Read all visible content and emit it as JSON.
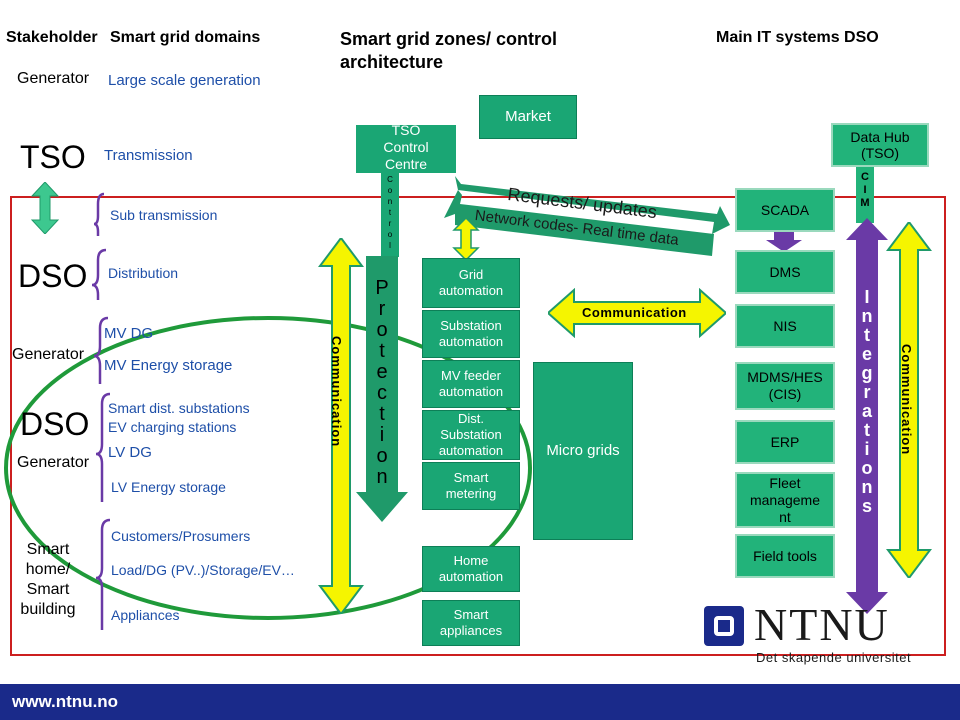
{
  "headers": {
    "stakeholder": "Stakeholder",
    "domains": "Smart grid domains",
    "zones_line1": "Smart grid zones/ control",
    "zones_line2": "architecture",
    "it_systems": "Main IT systems DSO"
  },
  "stakeholders": {
    "generator_top": "Generator",
    "tso": "TSO",
    "dso_1": "DSO",
    "generator_mid": "Generator",
    "dso_2": "DSO",
    "generator_low": "Generator",
    "smart_home_1": "Smart",
    "smart_home_2": "home/",
    "smart_home_3": "Smart",
    "smart_home_4": "building"
  },
  "domains": {
    "large_scale": "Large scale generation",
    "transmission": "Transmission",
    "sub_transmission": "Sub transmission",
    "distribution": "Distribution",
    "mv_dg": "MV DG",
    "mv_storage": "MV Energy storage",
    "smart_dist": "Smart dist. substations",
    "ev_charging": "EV charging stations",
    "lv_dg": "LV DG",
    "lv_storage": "LV Energy storage",
    "customers": "Customers/Prosumers",
    "load_dg": "Load/DG (PV..)/Storage/EV…",
    "appliances": "Appliances"
  },
  "zones": {
    "tso_cc_1": "TSO",
    "tso_cc_2": "Control",
    "tso_cc_3": "Centre",
    "market": "Market",
    "requests": "Requests/ updates",
    "network_codes": "Network codes- Real time data",
    "communication_left": "Communication",
    "control_letters": [
      "C",
      "o",
      "n",
      "t",
      "r",
      "o",
      "l"
    ],
    "protection_letters": [
      "P",
      "r",
      "o",
      "t",
      "e",
      "c",
      "t",
      "i",
      "o",
      "n"
    ],
    "grid_automation_1": "Grid",
    "grid_automation_2": "automation",
    "substation_automation_1": "Substation",
    "substation_automation_2": "automation",
    "mv_feeder_1": "MV  feeder",
    "mv_feeder_2": "automation",
    "dist_sub_1": "Dist.",
    "dist_sub_2": "Substation",
    "dist_sub_3": "automation",
    "smart_metering_1": "Smart",
    "smart_metering_2": "metering",
    "home_automation_1": "Home",
    "home_automation_2": "automation",
    "smart_appliances_1": "Smart",
    "smart_appliances_2": "appliances",
    "communication_mid": "Communication",
    "micro_grids": "Micro grids"
  },
  "it_systems": {
    "data_hub_1": "Data Hub",
    "data_hub_2": "(TSO)",
    "cim_letters": [
      "C",
      "I",
      "M"
    ],
    "scada": "SCADA",
    "dms": "DMS",
    "nis": "NIS",
    "mdms_1": "MDMS/HES",
    "mdms_2": "(CIS)",
    "erp": "ERP",
    "fleet_1": "Fleet",
    "fleet_2": "manageme",
    "fleet_3": "nt",
    "field_tools": "Field tools",
    "integrations_letters": [
      "I",
      "n",
      "t",
      "e",
      "g",
      "r",
      "a",
      "t",
      "i",
      "o",
      "n",
      "s"
    ],
    "communication_right": "Communication"
  },
  "logo": {
    "name": "NTNU",
    "tagline": "Det skapende universitet"
  },
  "footer": {
    "url": "www.ntnu.no"
  },
  "colors": {
    "green_box": "#1aa674",
    "yellow_arrow": "#f5f500",
    "green_arrow": "#1f9a6a",
    "purple_arrow": "#6a3aa6",
    "red_frame": "#cc1f1f",
    "footer_blue": "#1a2a8a",
    "domain_text": "#1e4fa8"
  }
}
